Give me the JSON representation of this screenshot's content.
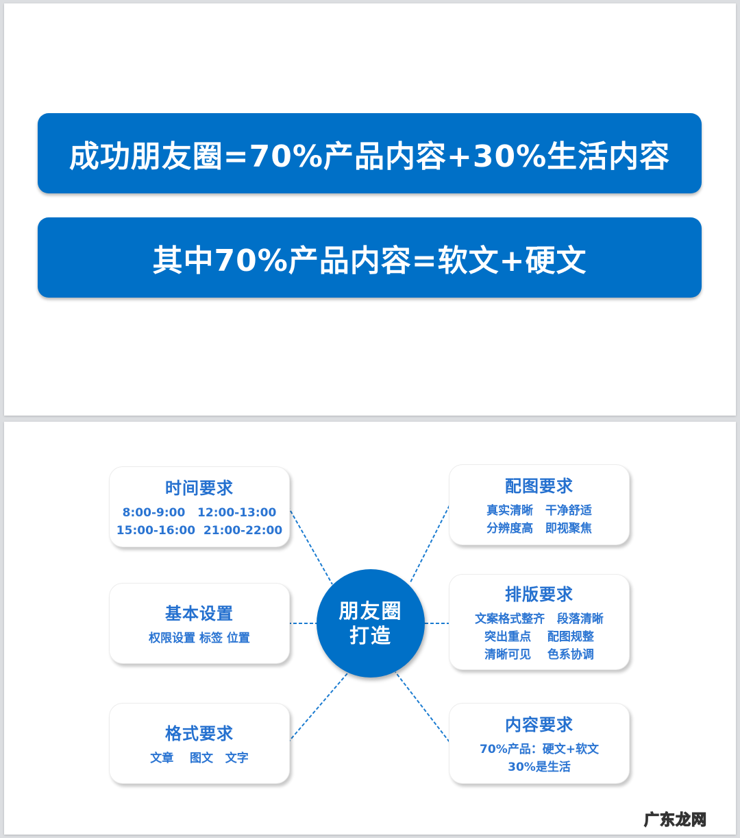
{
  "slide1": {
    "banners": [
      {
        "text": "成功朋友圈=70%产品内容+30%生活内容"
      },
      {
        "text": "其中70%产品内容=软文+硬文"
      }
    ]
  },
  "slide2": {
    "hub": {
      "line1": "朋友圈",
      "line2": "打造"
    },
    "cards": {
      "time": {
        "title": "时间要求",
        "lines": [
          "8:00-9:00   12:00-13:00",
          "15:00-16:00  21:00-22:00"
        ]
      },
      "image": {
        "title": "配图要求",
        "lines": [
          "真实清晰   干净舒适",
          "分辨度高   即视聚焦"
        ]
      },
      "basic": {
        "title": "基本设置",
        "lines": [
          "权限设置 标签 位置"
        ]
      },
      "layout": {
        "title": "排版要求",
        "lines": [
          "文案格式整齐   段落清晰",
          "突出重点    配图规整",
          "清晰可见    色系协调"
        ]
      },
      "format": {
        "title": "格式要求",
        "lines": [
          "文章    图文   文字"
        ]
      },
      "content": {
        "title": "内容要求",
        "lines": [
          "70%产品：硬文+软文",
          "30%是生活"
        ]
      }
    },
    "connector_style": "dashed",
    "colors": {
      "accent": "#0070c7",
      "card_text": "#2a74d2",
      "background": "#ffffff"
    }
  },
  "watermark": {
    "text": "广东龙网"
  }
}
